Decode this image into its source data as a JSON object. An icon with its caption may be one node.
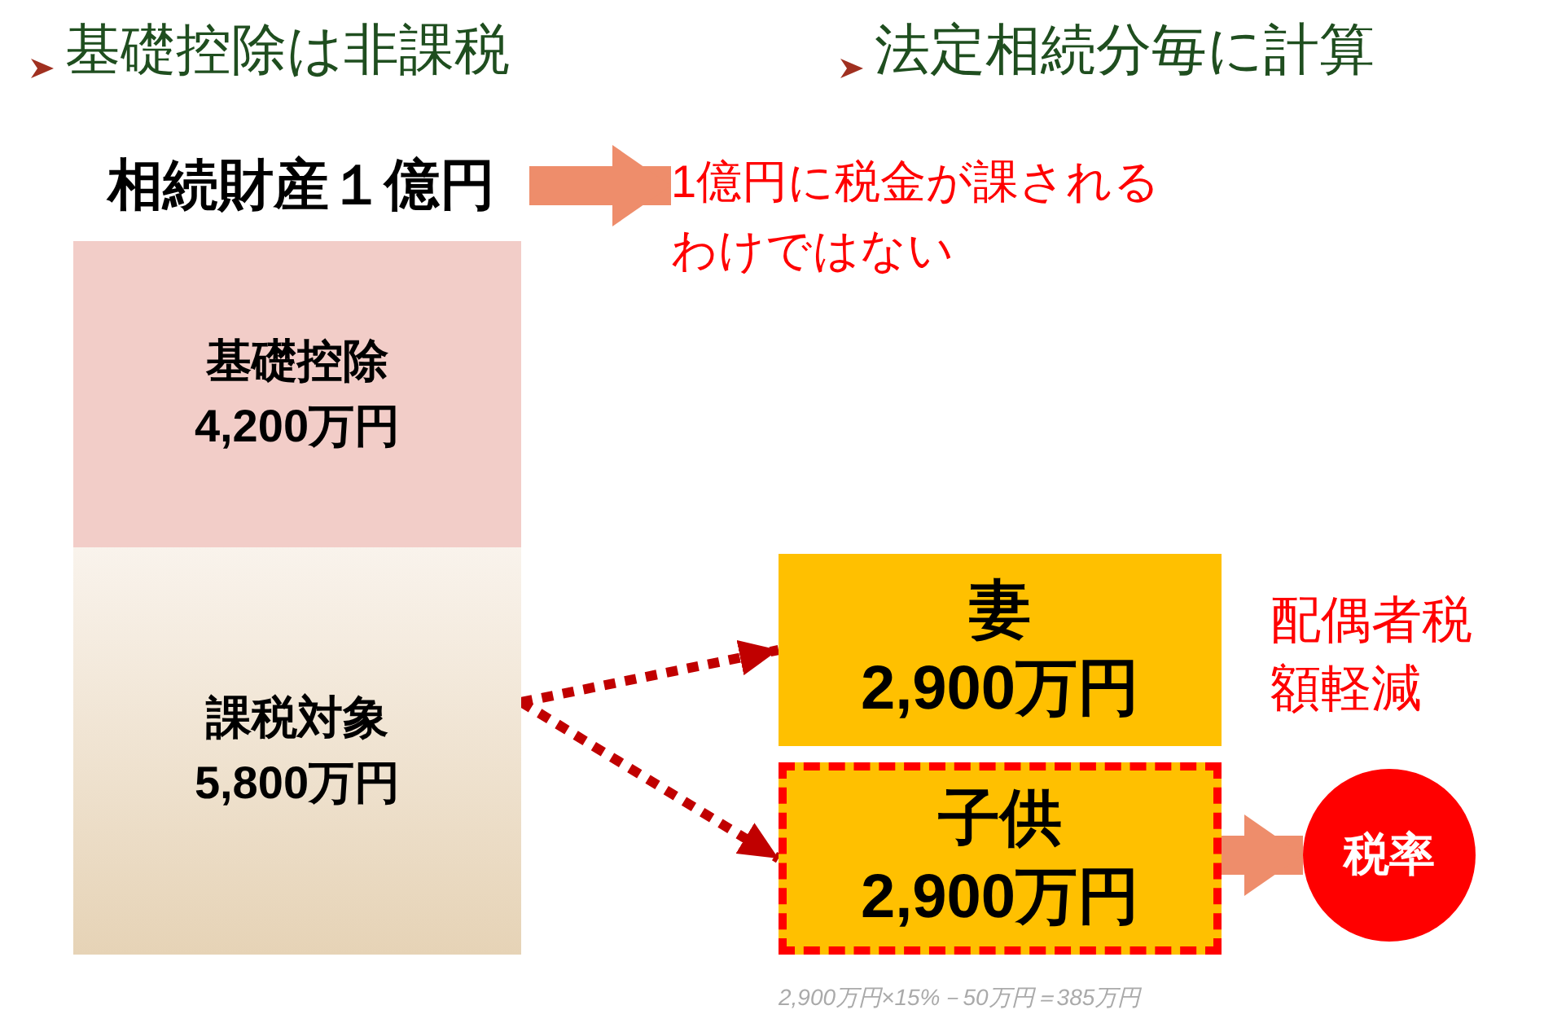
{
  "diagram": {
    "nodes": [
      {
        "text": [
          "相続財産１億円"
        ]
      },
      {
        "text": [
          "1億円に税金が課されるわけではない"
        ]
      },
      {
        "text": [
          "基礎控除",
          "4,200万円"
        ]
      },
      {
        "text": [
          "課税対象",
          "5,800万円"
        ]
      },
      {
        "text": [
          "妻",
          "2,900万円"
        ],
        "beside": [
          "配偶者税額軽減"
        ]
      },
      {
        "text": [
          "子供",
          "2,900万円"
        ]
      },
      {
        "text": [
          "税率"
        ]
      }
    ],
    "edges": [
      {
        "from": 0,
        "to": 1,
        "arrow": "to",
        "style": "thick"
      },
      {
        "from": 3,
        "to": 4,
        "arrow": "to",
        "style": "dashed",
        "color": "#c00000"
      },
      {
        "from": 3,
        "to": 5,
        "arrow": "to",
        "style": "dashed",
        "color": "#c00000"
      },
      {
        "from": 5,
        "to": 6,
        "arrow": "to",
        "style": "thick"
      }
    ],
    "labels": [
      "基礎控除は非課税",
      "法定相続分毎に計算",
      "2,900万円×15%－50万円＝385万円"
    ]
  }
}
